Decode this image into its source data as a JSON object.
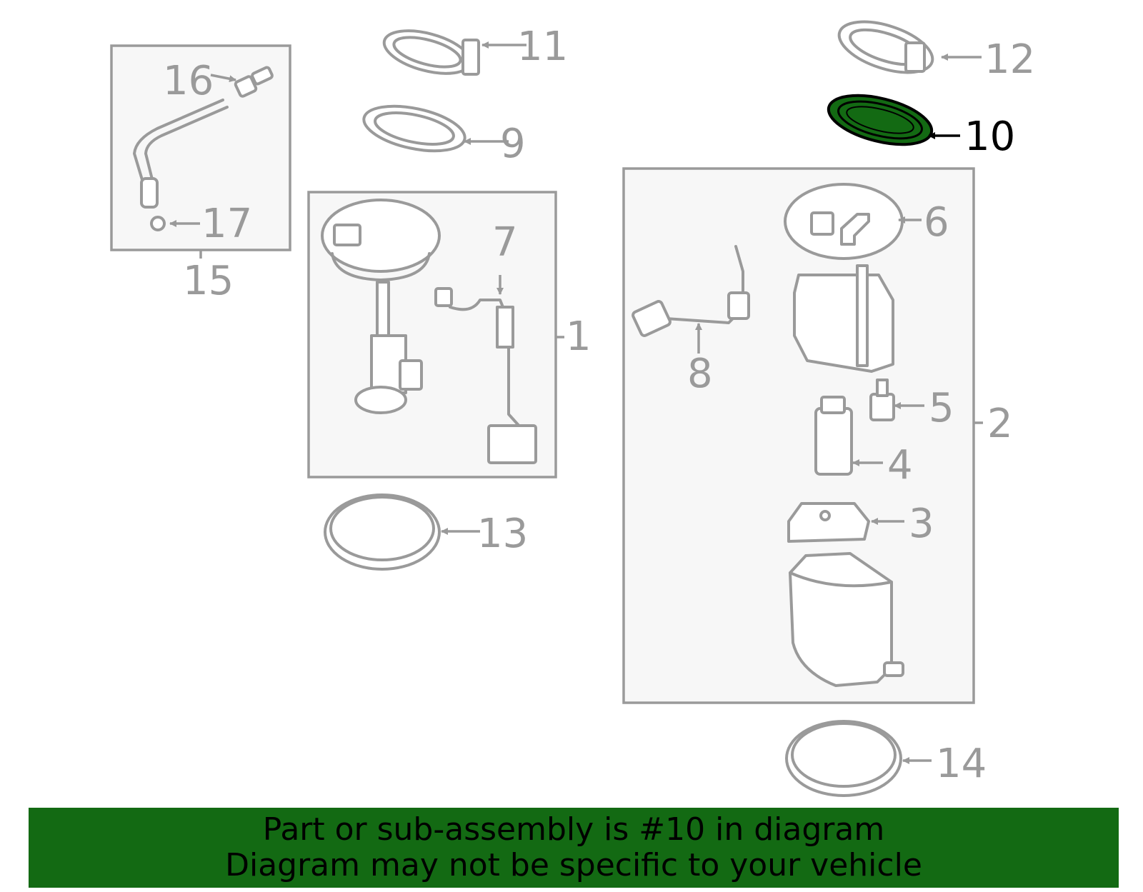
{
  "diagram": {
    "callouts": {
      "c1": "1",
      "c2": "2",
      "c3": "3",
      "c4": "4",
      "c5": "5",
      "c6": "6",
      "c7": "7",
      "c8": "8",
      "c9": "9",
      "c10": "10",
      "c11": "11",
      "c12": "12",
      "c13": "13",
      "c14": "14",
      "c15": "15",
      "c16": "16",
      "c17": "17"
    },
    "highlighted_part": "10",
    "colors": {
      "line": "#9a9a9a",
      "highlight_fill": "#136a13",
      "highlight_text": "#000000",
      "banner": "#136a13"
    }
  },
  "banner": {
    "line1": "Part or sub-assembly is #10 in diagram",
    "line2": "Diagram may not be specific to your vehicle"
  }
}
